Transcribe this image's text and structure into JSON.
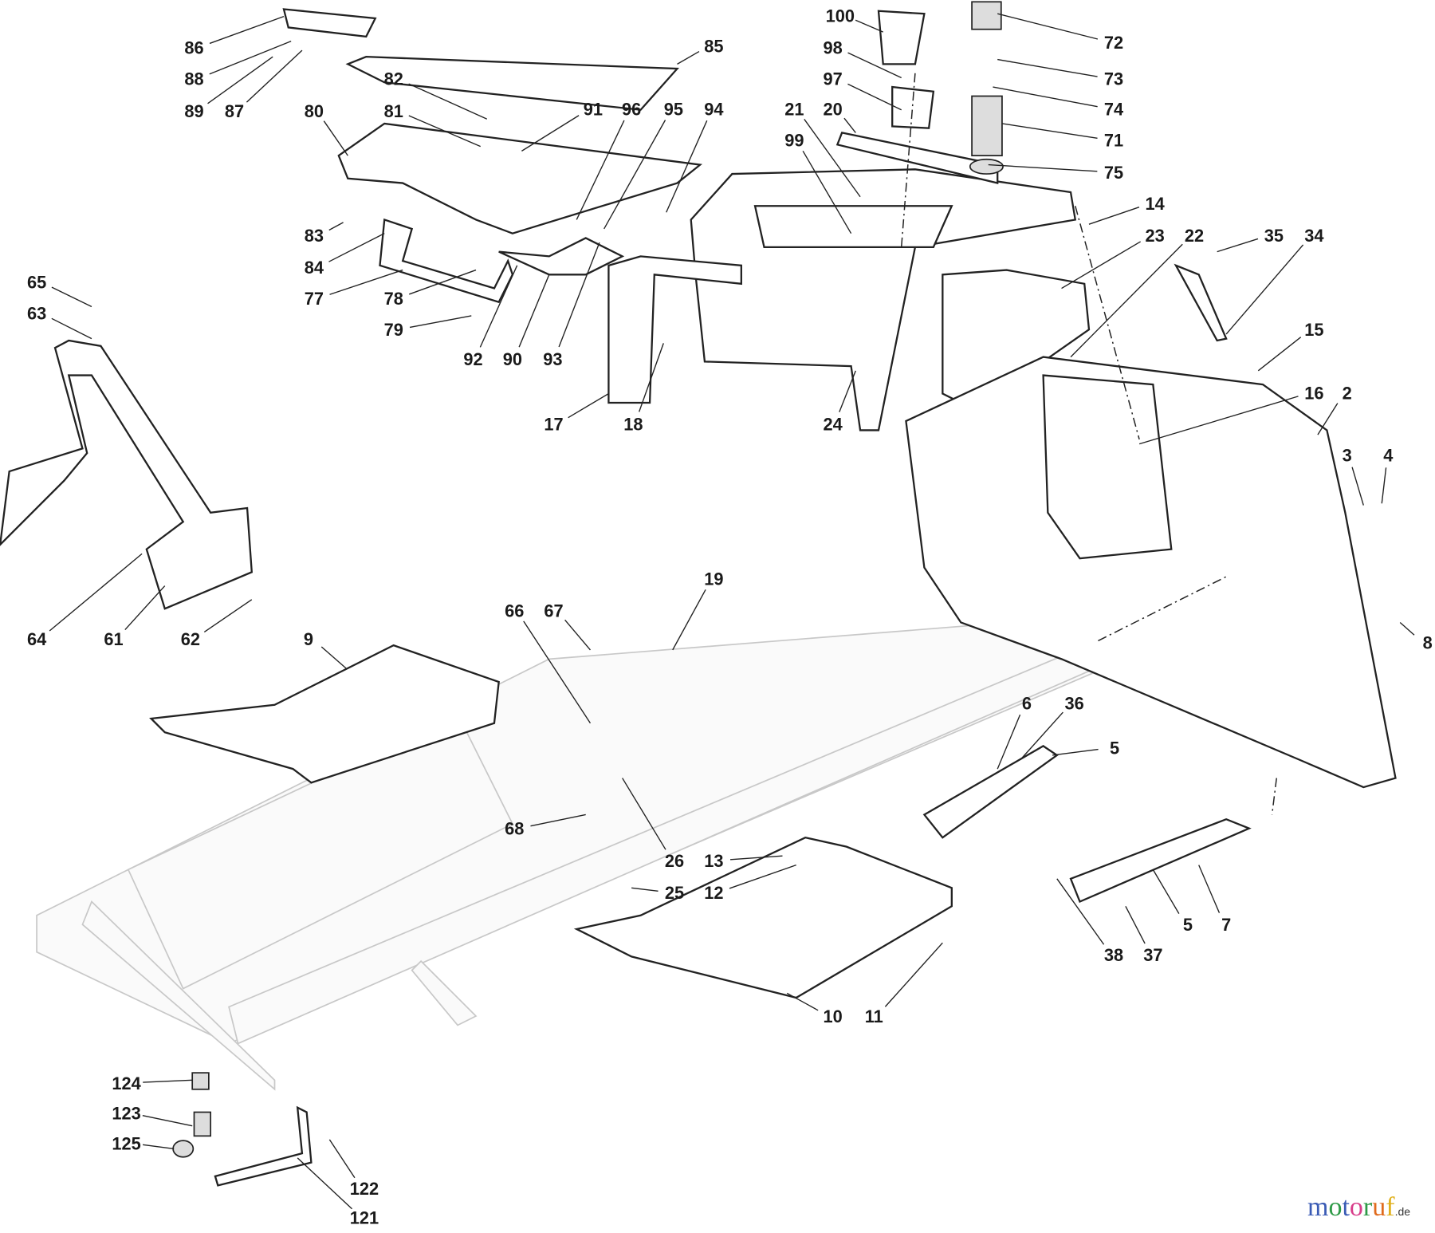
{
  "diagram": {
    "labels": [
      "86",
      "88",
      "89",
      "87",
      "85",
      "82",
      "80",
      "81",
      "91",
      "96",
      "95",
      "94",
      "100",
      "98",
      "97",
      "72",
      "73",
      "74",
      "71",
      "75",
      "21",
      "20",
      "99",
      "14",
      "23",
      "22",
      "35",
      "34",
      "15",
      "16",
      "2",
      "3",
      "4",
      "8",
      "83",
      "84",
      "77",
      "78",
      "79",
      "92",
      "90",
      "93",
      "17",
      "18",
      "24",
      "65",
      "63",
      "64",
      "61",
      "62",
      "9",
      "19",
      "66",
      "67",
      "68",
      "26",
      "13",
      "12",
      "25",
      "10",
      "11",
      "6",
      "36",
      "5",
      "5",
      "7",
      "38",
      "37",
      "124",
      "123",
      "125",
      "122",
      "121"
    ]
  },
  "watermark": {
    "text": "motoruf",
    "suffix": ".de"
  }
}
